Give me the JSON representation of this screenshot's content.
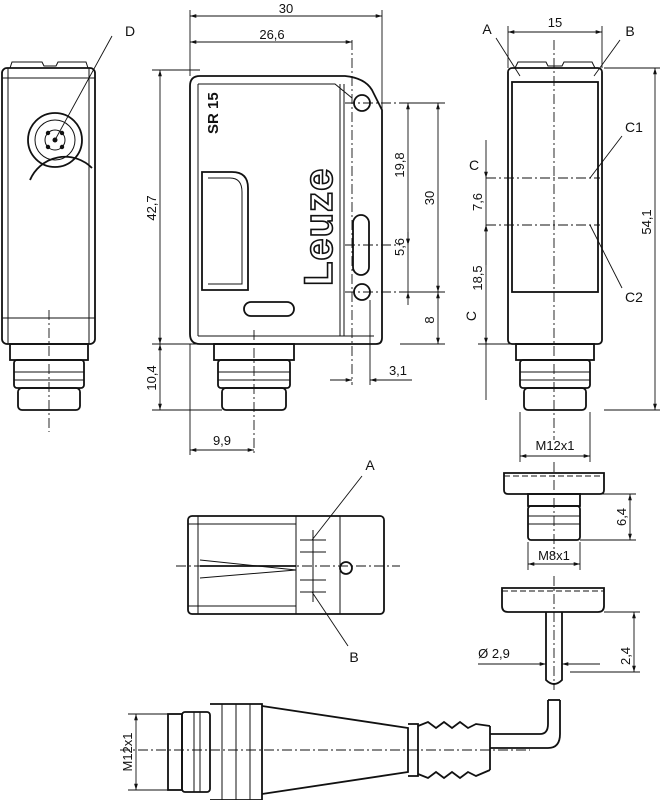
{
  "brand": "Leuze",
  "model": "SR 15",
  "dimensions": {
    "width_overall": "30",
    "width_inner": "26,6",
    "width_side": "15",
    "height_body": "42,7",
    "height_connector": "10,4",
    "hole_spacing": "19,8",
    "hole_total": "30",
    "slot_offset": "5,6",
    "bottom_offset": "8",
    "edge_offset": "3,1",
    "connector_offset": "9,9",
    "axis_offset": "7,6",
    "axis_height": "18,5",
    "total_height": "54,1",
    "thread_m12": "M12x1",
    "thread_m8": "M8x1",
    "m8_length": "6,4",
    "cable_diameter": "Ø 2,9",
    "cable_length": "2,4",
    "plug_thread": "M12x1"
  },
  "labels": {
    "d": "D",
    "a": "A",
    "b": "B",
    "c1": "C1",
    "c2": "C2",
    "c": "C",
    "c_lower": "C"
  },
  "colors": {
    "line": "#111111",
    "background": "#ffffff"
  }
}
